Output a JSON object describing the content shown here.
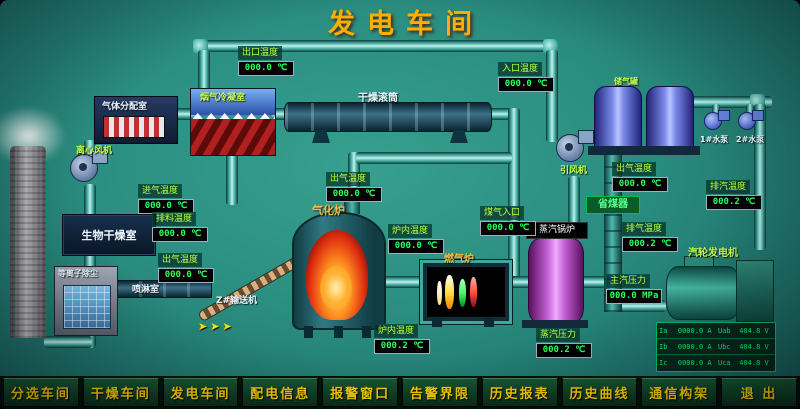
{
  "title": "发电车间",
  "colors": {
    "background": "#2a8d80",
    "title_text": "#ffae00",
    "nav_text": "#ffd400",
    "led_green": "#2bff5e",
    "pipe_teal": "#4fb9af"
  },
  "nav": {
    "items": [
      "分选车间",
      "干燥车间",
      "发电车间",
      "配电信息",
      "报警窗口",
      "告警界限",
      "历史报表",
      "历史曲线",
      "通信构架",
      "退 出"
    ]
  },
  "equipment": {
    "gas_distribution": "气体分配室",
    "flue_condenser": "烟气冷凝室",
    "drying_drum": "干燥滚筒",
    "centrifugal_fan": "离心风机",
    "bio_drying_room": "生物干燥室",
    "plasma_duster": "等离子除尘",
    "spray_room": "喷淋室",
    "conveyor": "Z#输送机",
    "gasifier": "气化炉",
    "gas_furnace": "燃气炉",
    "steam_boiler": "蒸汽锅炉",
    "economizer": "省煤器",
    "induced_fan": "引风机",
    "gas_tanks": "储气罐",
    "pump1": "1#水泵",
    "pump2": "2#水泵",
    "turbine_generator": "汽轮发电机"
  },
  "gauges": {
    "outlet_temp": {
      "label": "出口温度",
      "value": "000.0 ℃"
    },
    "inlet_temp": {
      "label": "入口温度",
      "value": "000.0 ℃"
    },
    "intake_temp": {
      "label": "进气温度",
      "value": "000.0 ℃"
    },
    "discharge_temp": {
      "label": "排料温度",
      "value": "000.0 ℃"
    },
    "outgas_temp_left": {
      "label": "出气温度",
      "value": "000.0 ℃"
    },
    "outgas_temp_gasifier": {
      "label": "出气温度",
      "value": "000.0 ℃"
    },
    "furnace_inner_temp": {
      "label": "炉内温度",
      "value": "000.0 ℃"
    },
    "gas_inlet_temp": {
      "label": "煤气入口",
      "value": "000.0 ℃"
    },
    "outgas_temp_econ": {
      "label": "出气温度",
      "value": "000.0 ℃"
    },
    "exhaust_temp": {
      "label": "排气温度",
      "value": "000.2 ℃"
    },
    "steam_exhaust_temp": {
      "label": "排汽温度",
      "value": "000.2 ℃"
    },
    "furnace2_inner_temp": {
      "label": "炉内温度",
      "value": "000.2 ℃"
    },
    "steam_pressure": {
      "label": "蒸汽压力",
      "value": "000.2 ℃"
    },
    "main_steam_pressure": {
      "label": "主汽压力",
      "value": "000.0 MPa"
    }
  },
  "generator_table": {
    "rows": [
      [
        "Ia",
        "0000.0 A",
        "Uab",
        "404.8 V"
      ],
      [
        "Ib",
        "0000.0 A",
        "Ubc",
        "404.8 V"
      ],
      [
        "Ic",
        "0000.0 A",
        "Uca",
        "404.8 V"
      ]
    ]
  },
  "icons": {
    "conveyor_arrows": "➤➤➤"
  }
}
